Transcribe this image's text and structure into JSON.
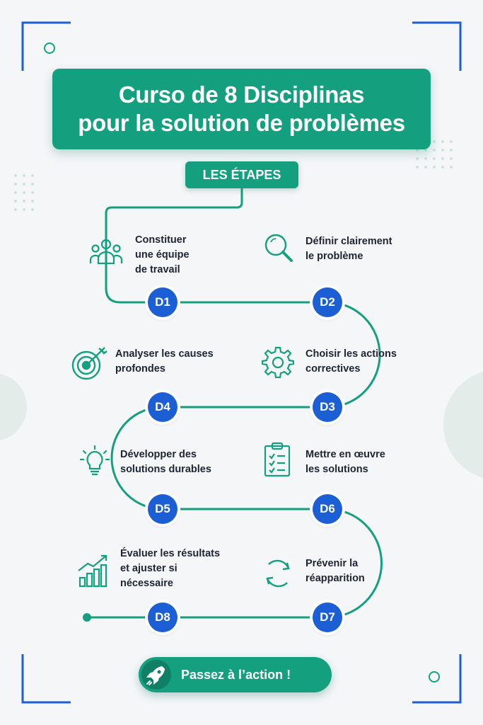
{
  "title": {
    "line1": "Curso de 8 Disciplinas",
    "line2": "pour la solution de problèmes"
  },
  "subtitle": "LES ÉTAPES",
  "steps": [
    {
      "code": "D1",
      "label": "Constituer\nune équipe\nde travail",
      "icon": "team-icon"
    },
    {
      "code": "D2",
      "label": "Définir clairement\nle problème",
      "icon": "magnifier-icon"
    },
    {
      "code": "D3",
      "label": "Choisir les actions\ncorrectives",
      "icon": "gear-icon"
    },
    {
      "code": "D4",
      "label": "Analyser les causes\nprofondes",
      "icon": "target-icon"
    },
    {
      "code": "D5",
      "label": "Développer des\nsolutions durables",
      "icon": "lightbulb-icon"
    },
    {
      "code": "D6",
      "label": "Mettre en œuvre\nles solutions",
      "icon": "clipboard-checklist-icon"
    },
    {
      "code": "D7",
      "label": "Prévenir la\nréapparition",
      "icon": "cycle-arrows-icon"
    },
    {
      "code": "D8",
      "label": "Évaluer les résultats\net ajuster si\nnécessaire",
      "icon": "bar-chart-growth-icon"
    }
  ],
  "cta": {
    "label": "Passez à l’action !",
    "icon": "rocket-icon"
  },
  "colors": {
    "accent": "#14a07f",
    "node": "#1c5fd4",
    "text": "#1d2433",
    "frame": "#1c5fd4",
    "background": "#f4f6f8"
  }
}
